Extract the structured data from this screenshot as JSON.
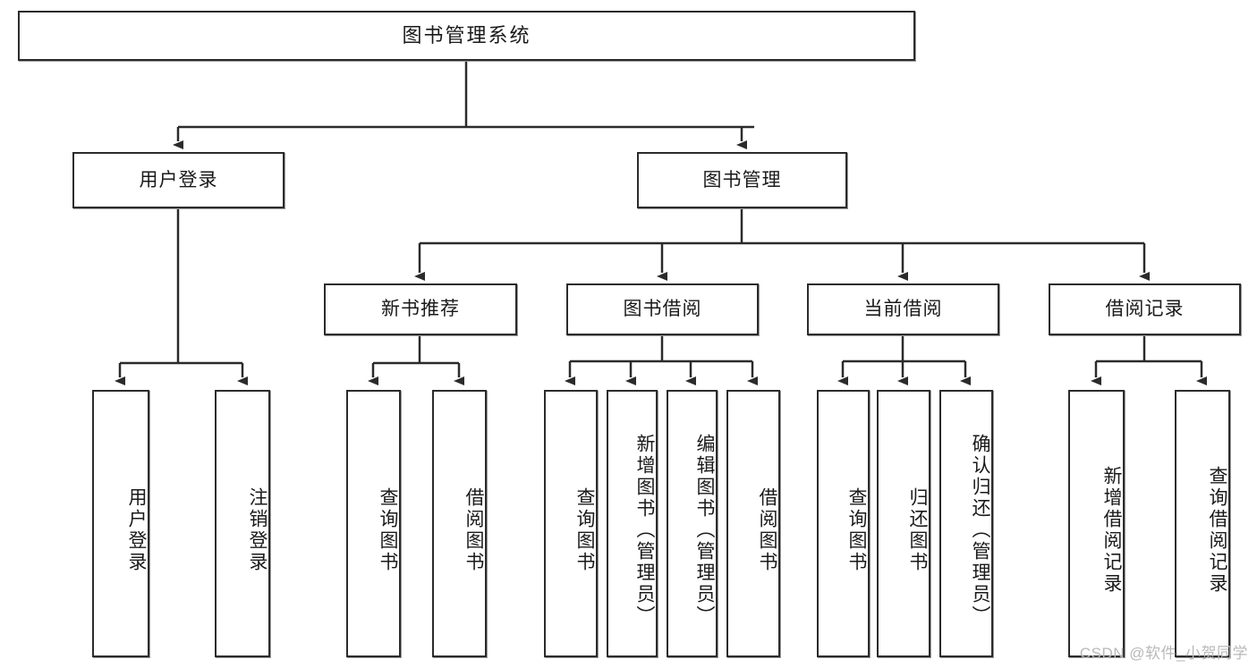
{
  "diagram": {
    "type": "tree-hierarchy",
    "title": "图书管理系统",
    "root": {
      "id": "root",
      "label": "图书管理系统",
      "orientation": "horizontal"
    },
    "level2": [
      {
        "id": "user-login",
        "label": "用户登录",
        "orientation": "horizontal"
      },
      {
        "id": "book-manage",
        "label": "图书管理",
        "orientation": "horizontal"
      }
    ],
    "level3": [
      {
        "id": "new-book-recommend",
        "label": "新书推荐",
        "orientation": "horizontal",
        "parent": "book-manage"
      },
      {
        "id": "book-borrow",
        "label": "图书借阅",
        "orientation": "horizontal",
        "parent": "book-manage"
      },
      {
        "id": "current-borrow",
        "label": "当前借阅",
        "orientation": "horizontal",
        "parent": "book-manage"
      },
      {
        "id": "borrow-record",
        "label": "借阅记录",
        "orientation": "horizontal",
        "parent": "book-manage"
      }
    ],
    "leaves": {
      "user_login": [
        {
          "id": "leaf-user-login",
          "label": "用户登录"
        },
        {
          "id": "leaf-logout",
          "label": "注销登录"
        }
      ],
      "new_book_recommend": [
        {
          "id": "leaf-query-book-1",
          "label": "查询图书"
        },
        {
          "id": "leaf-borrow-book-1",
          "label": "借阅图书"
        }
      ],
      "book_borrow": [
        {
          "id": "leaf-query-book-2",
          "label": "查询图书"
        },
        {
          "id": "leaf-add-book",
          "label": "新增图书（管理员）"
        },
        {
          "id": "leaf-edit-book",
          "label": "编辑图书（管理员）"
        },
        {
          "id": "leaf-borrow-book-2",
          "label": "借阅图书"
        }
      ],
      "current_borrow": [
        {
          "id": "leaf-query-book-3",
          "label": "查询图书"
        },
        {
          "id": "leaf-return-book",
          "label": "归还图书"
        },
        {
          "id": "leaf-confirm-return",
          "label": "确认归还（管理员）"
        }
      ],
      "borrow_record": [
        {
          "id": "leaf-add-record",
          "label": "新增借阅记录"
        },
        {
          "id": "leaf-query-record",
          "label": "查询借阅记录"
        }
      ]
    },
    "colors": {
      "border": "#2b2b2b",
      "shadow": "#9a9a9a",
      "background": "#ffffff",
      "text": "#1a1a1a",
      "connector": "#2b2b2b",
      "watermark": "#b9b9b9"
    }
  },
  "watermark": {
    "text": "CSDN @软件_小贺同学"
  }
}
